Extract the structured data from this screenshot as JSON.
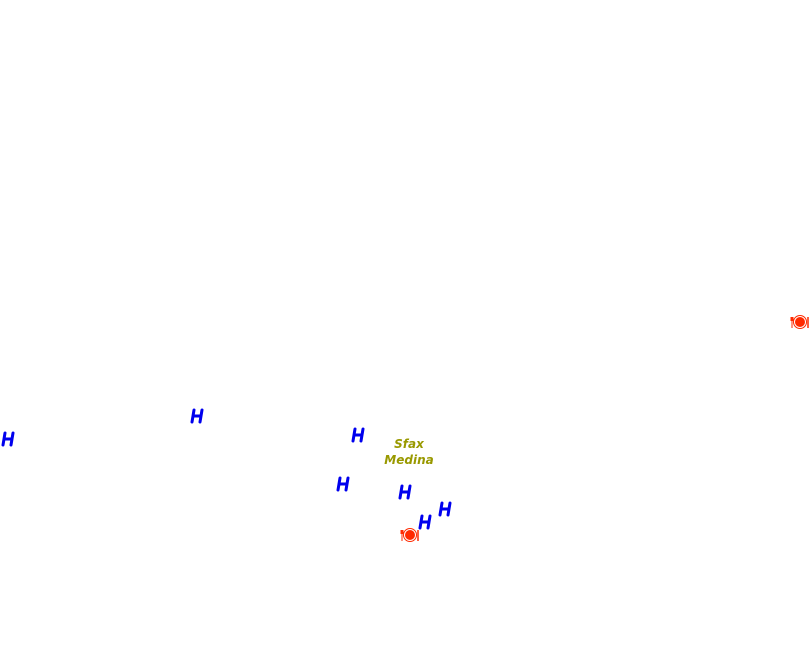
{
  "place_label": {
    "line1": "Sfax",
    "line2": "Medina"
  },
  "colors": {
    "background": "#ffffff",
    "hotel": "#0000ee",
    "restaurant": "#ff2a00",
    "place_label": "#999900"
  },
  "icons": {
    "hotel": "hotel-icon",
    "restaurant": "restaurant-icon"
  },
  "markers": [
    {
      "type": "hotel"
    },
    {
      "type": "hotel"
    },
    {
      "type": "hotel"
    },
    {
      "type": "hotel"
    },
    {
      "type": "hotel"
    },
    {
      "type": "hotel"
    },
    {
      "type": "hotel"
    },
    {
      "type": "restaurant"
    },
    {
      "type": "restaurant"
    }
  ]
}
